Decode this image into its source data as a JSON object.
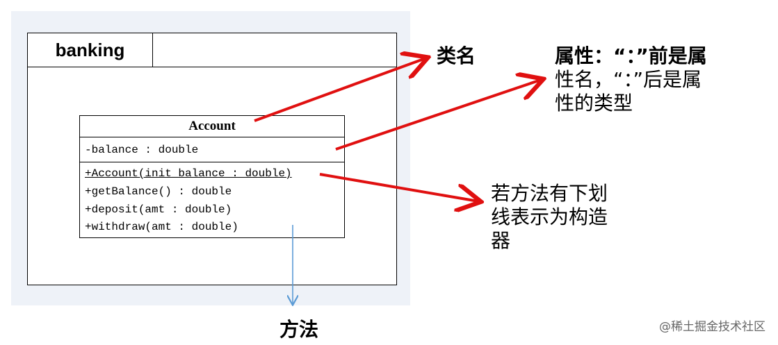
{
  "package": {
    "name": "banking"
  },
  "class": {
    "name": "Account",
    "attributes": [
      "-balance : double"
    ],
    "methods": [
      {
        "text": "+Account(init_balance : double)",
        "constructor": true
      },
      {
        "text": "+getBalance() : double",
        "constructor": false
      },
      {
        "text": "+deposit(amt : double)",
        "constructor": false
      },
      {
        "text": "+withdraw(amt : double)",
        "constructor": false
      }
    ]
  },
  "annotations": {
    "class_name": "类名",
    "attribute_line1": "属性：“：”前是属",
    "attribute_line2": "性名，“：”后是属",
    "attribute_line3": "性的类型",
    "constructor_line1": "若方法有下划",
    "constructor_line2": "线表示为构造",
    "constructor_line3": "器",
    "method": "方法"
  },
  "watermark": "@稀土掘金技术社区",
  "colors": {
    "arrow_red": "#e01010",
    "arrow_blue": "#5b9bd5",
    "panel_bg": "#eef2f8"
  }
}
